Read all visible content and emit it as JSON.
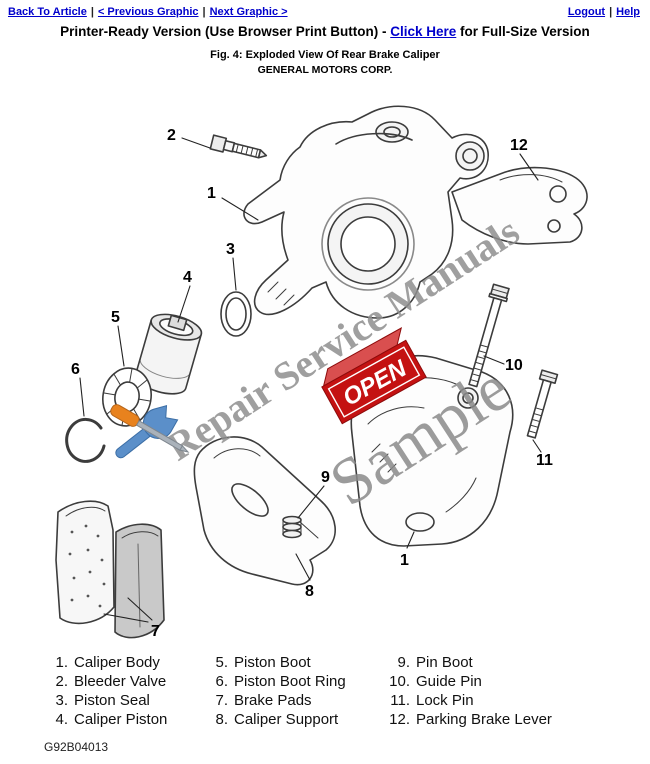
{
  "nav": {
    "back_to_article": "Back To Article",
    "previous_graphic": "< Previous Graphic",
    "next_graphic": "Next Graphic >",
    "logout": "Logout",
    "help": "Help",
    "separator": "|"
  },
  "header": {
    "printer_ready_prefix": "Printer-Ready Version (Use Browser Print Button) - ",
    "click_here_label": "Click Here",
    "printer_ready_suffix": " for Full-Size Version",
    "figure_caption": "Fig. 4: Exploded View Of Rear Brake Caliper",
    "company": "GENERAL MOTORS CORP."
  },
  "diagram": {
    "watermark_line1": "Repair Service Manuals",
    "watermark_line2": "Sample",
    "open_badge": "OPEN",
    "callouts": [
      "1",
      "2",
      "3",
      "4",
      "5",
      "6",
      "7",
      "8",
      "9",
      "10",
      "11",
      "12"
    ],
    "drawing_code": "G92B04013"
  },
  "legend": {
    "items": [
      {
        "num": "1.",
        "label": "Caliper Body"
      },
      {
        "num": "2.",
        "label": "Bleeder Valve"
      },
      {
        "num": "3.",
        "label": "Piston Seal"
      },
      {
        "num": "4.",
        "label": "Caliper Piston"
      },
      {
        "num": "5.",
        "label": "Piston Boot"
      },
      {
        "num": "6.",
        "label": "Piston Boot Ring"
      },
      {
        "num": "7.",
        "label": "Brake Pads"
      },
      {
        "num": "8.",
        "label": "Caliper Support"
      },
      {
        "num": "9.",
        "label": "Pin Boot"
      },
      {
        "num": "10.",
        "label": "Guide Pin"
      },
      {
        "num": "11.",
        "label": "Lock Pin"
      },
      {
        "num": "12.",
        "label": "Parking Brake Lever"
      }
    ]
  },
  "colors": {
    "link_blue": "#0000cc",
    "watermark_gray": "#8f8f8f",
    "badge_red": "#c41212",
    "line_art": "#3c3c3c"
  }
}
